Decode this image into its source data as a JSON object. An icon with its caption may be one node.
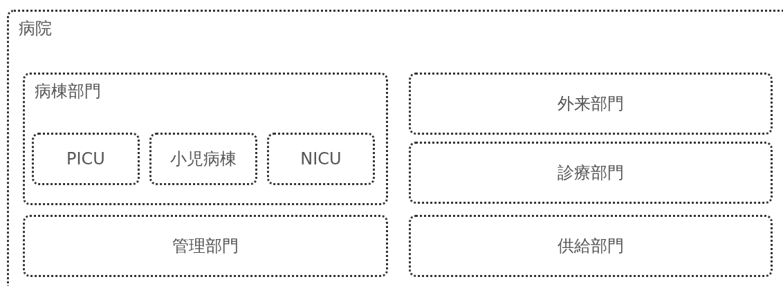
{
  "diagram": {
    "nodes": [
      {
        "text": [
          "病院"
        ]
      },
      {
        "text": [
          "病棟部門"
        ],
        "in": 0
      },
      {
        "text": [
          "PICU"
        ],
        "in": 1
      },
      {
        "text": [
          "小児病棟"
        ],
        "in": 1
      },
      {
        "text": [
          "NICU"
        ],
        "in": 1
      },
      {
        "text": [
          "外来部門"
        ],
        "in": 0
      },
      {
        "text": [
          "診療部門"
        ],
        "in": 0
      },
      {
        "text": [
          "管理部門"
        ],
        "in": 0
      },
      {
        "text": [
          "供給部門"
        ],
        "in": 0
      }
    ]
  }
}
